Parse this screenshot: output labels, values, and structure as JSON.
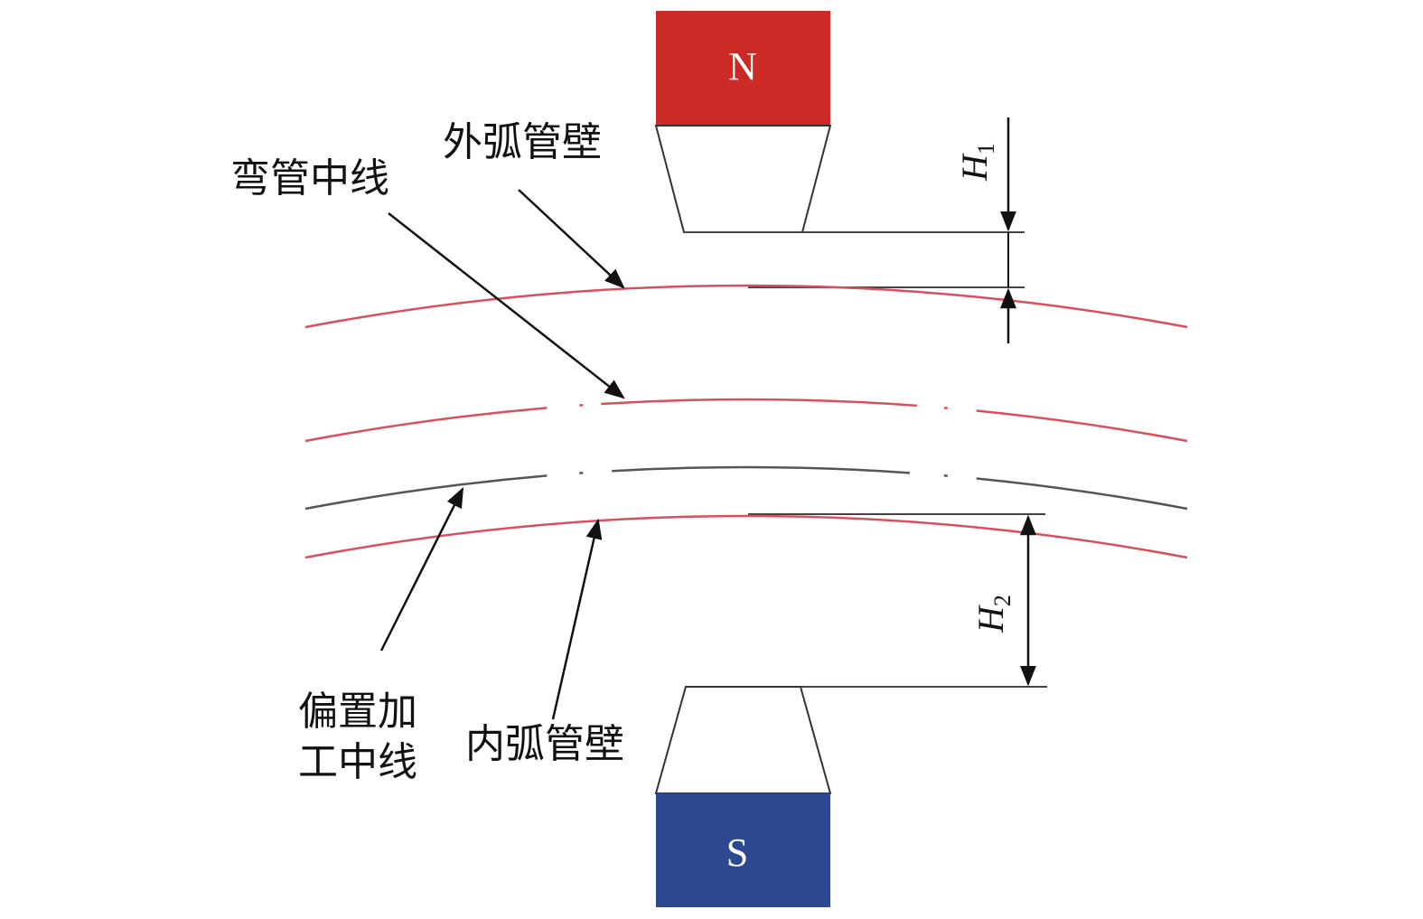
{
  "magnets": {
    "north": {
      "label": "N",
      "color": "#cc2a27"
    },
    "south": {
      "label": "S",
      "color": "#2c4890"
    }
  },
  "labels": {
    "outer_wall": "外弧管壁",
    "bend_centerline": "弯管中线",
    "offset_line_1": "偏置加",
    "offset_line_2": "工中线",
    "inner_wall": "内弧管壁"
  },
  "dimensions": {
    "h1": {
      "symbol": "H",
      "subscript": "1"
    },
    "h2": {
      "symbol": "H",
      "subscript": "2"
    }
  },
  "colors": {
    "pipe_wall": "#d8505e",
    "offset_line": "#555555",
    "outline": "#333333",
    "arrow": "#111111"
  }
}
